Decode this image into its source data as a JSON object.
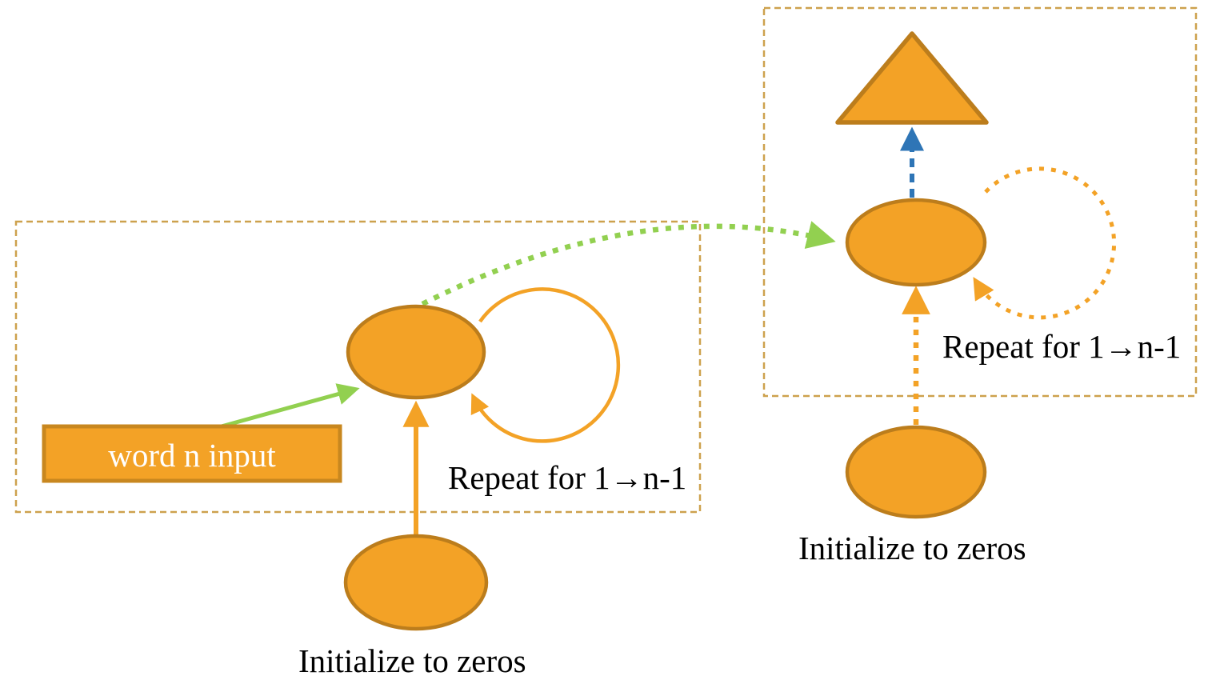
{
  "diagram": {
    "labels": {
      "word_input": "word n input",
      "repeat_left": "Repeat for 1→n-1",
      "repeat_right": "Repeat for 1→n-1",
      "init_left": "Initialize to zeros",
      "init_right": "Initialize to zeros"
    },
    "colors": {
      "node_fill": "#F3A226",
      "node_stroke": "#BC7D1C",
      "green_arrow": "#92D050",
      "blue_arrow": "#2E75B6",
      "box_border": "#CDA14D",
      "label_text": "#000000",
      "input_label_text": "#FFFFFF"
    }
  }
}
